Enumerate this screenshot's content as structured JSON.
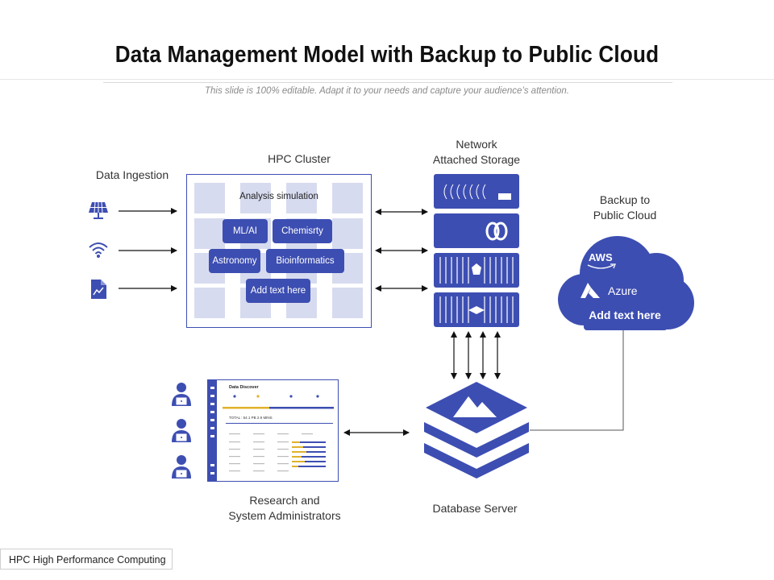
{
  "title": "Data Management Model with Backup to Public Cloud",
  "subtitle": "This slide is 100% editable. Adapt it to your needs and capture your audience’s attention.",
  "labels": {
    "data_ingestion": "Data Ingestion",
    "hpc_cluster": "HPC Cluster",
    "nas_line1": "Network",
    "nas_line2": "Attached Storage",
    "backup_line1": "Backup to",
    "backup_line2": "Public Cloud",
    "research_line1": "Research and",
    "research_line2": "System Administrators",
    "database_server": "Database Server"
  },
  "hpc": {
    "analysis": "Analysis simulation",
    "ml": "ML/AI",
    "chemistry": "Chemisrty",
    "astronomy": "Astronomy",
    "bio": "Bioinformatics",
    "add": "Add text here"
  },
  "cloud": {
    "aws": "AWS",
    "azure": "Azure",
    "add": "Add text here"
  },
  "dashboard": {
    "title": "Data Discover",
    "total": "TOTAL : 54.1 PB 2.9 MINS"
  },
  "footer": "HPC High Performance Computing",
  "icons": [
    "solar-panel-icon",
    "wifi-icon",
    "document-chart-icon",
    "user-laptop-icon",
    "mountain-layers-icon",
    "azure-logo-icon",
    "aws-arrow-icon"
  ],
  "colors": {
    "accent": "#3d4eb2",
    "cell": "#d7dbef",
    "dashboard_yellow": "#e0b12a"
  }
}
